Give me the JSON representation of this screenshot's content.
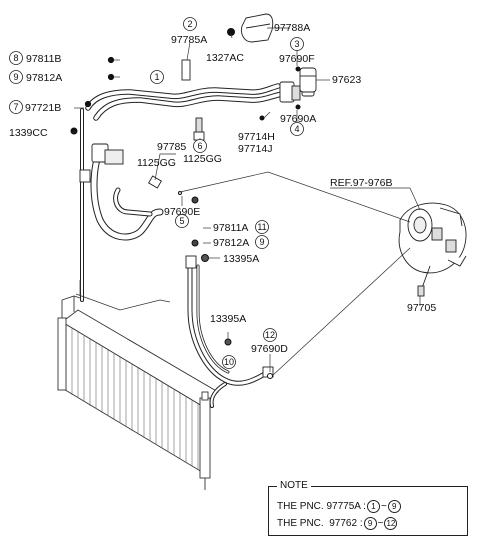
{
  "labels": {
    "pnc_97788A": "97788A",
    "pnc_97785A": "97785A",
    "pnc_1327AC": "1327AC",
    "pnc_97690F": "97690F",
    "pnc_97623": "97623",
    "pnc_97811B": "97811B",
    "pnc_97812A_top": "97812A",
    "pnc_97721B": "97721B",
    "pnc_1339CC": "1339CC",
    "pnc_97714H": "97714H",
    "pnc_97714J": "97714J",
    "pnc_97690A": "97690A",
    "pnc_97785": "97785",
    "pnc_1125GG_a": "1125GG",
    "pnc_1125GG_b": "1125GG",
    "pnc_97690E": "97690E",
    "pnc_97811A": "97811A",
    "pnc_97812A": "97812A",
    "pnc_13395A_a": "13395A",
    "pnc_13395A_b": "13395A",
    "pnc_97690D": "97690D",
    "pnc_97705": "97705",
    "ref": "REF.97-976B"
  },
  "callouts": {
    "c1": "1",
    "c2": "2",
    "c3": "3",
    "c4": "4",
    "c5": "5",
    "c6": "6",
    "c7": "7",
    "c8": "8",
    "c9": "9",
    "c10": "10",
    "c11": "11",
    "c12": "12"
  },
  "note": {
    "title": "NOTE",
    "line1_prefix": "THE PNC. 97775A :",
    "line1_from": "1",
    "line1_to": "9",
    "line2_prefix": "THE PNC.  97762 :",
    "line2_from": "9",
    "line2_to": "12",
    "range_sep": "~"
  }
}
